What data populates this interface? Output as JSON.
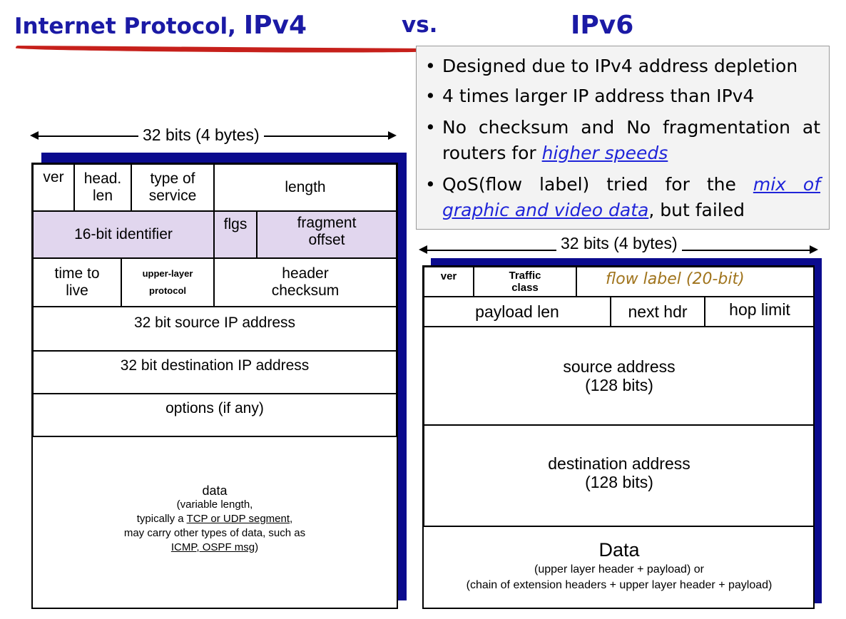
{
  "title": {
    "part1": "Internet Protocol, ",
    "part2": "IPv4",
    "part3": "vs.",
    "part4": "IPv6"
  },
  "ipv6_notes": {
    "b1": "Designed due to IPv4 address depletion",
    "b2": "4 times larger IP address than IPv4",
    "b3_text": "No checksum and No fragmentation at routers for ",
    "b3_link": "higher speeds",
    "b4_text": "QoS(flow label) tried for the ",
    "b4_link": "mix of graphic and video data",
    "b4_tail": ", but failed"
  },
  "ipv4": {
    "width_label": "32 bits (4 bytes)",
    "ver": "ver",
    "head_len_1": "head.",
    "head_len_2": "len",
    "tos_1": "type of",
    "tos_2": "service",
    "length": "length",
    "identifier": "16-bit identifier",
    "flgs": "flgs",
    "frag_1": "fragment",
    "frag_2": "offset",
    "ttl_1": "time to",
    "ttl_2": "live",
    "proto_1": "upper-layer",
    "proto_2": "protocol",
    "chk_1": "header",
    "chk_2": "checksum",
    "src": "32 bit source IP address",
    "dst": "32 bit destination IP address",
    "options": "options (if any)",
    "data_1": "data",
    "data_2": "(variable length,",
    "data_3a": "typically a ",
    "data_3b": "TCP or UDP segment",
    "data_3c": ",",
    "data_4": "may carry other types of data, such as",
    "data_5a": "ICMP, OSPF msg",
    "data_5b": ")"
  },
  "ipv6": {
    "width_label": "32 bits (4 bytes)",
    "ver": "ver",
    "tc_1": "Traffic",
    "tc_2": "class",
    "flow": "flow label (20-bit)",
    "payload_len": "payload len",
    "next_hdr": "next hdr",
    "hop_limit": "hop limit",
    "src_1": "source address",
    "src_2": "(128 bits)",
    "dst_1": "destination address",
    "dst_2": "(128 bits)",
    "data_1": "Data",
    "data_2": "(upper layer header + payload) or",
    "data_3": "(chain of extension headers + upper layer header + payload)"
  },
  "colors": {
    "title": "#1b1aa5",
    "underline": "#c6201b",
    "frame_shadow": "#0b0b8e",
    "highlight": "#e1d6ee",
    "flow_label": "#a0741d",
    "link": "#1f24d9"
  }
}
